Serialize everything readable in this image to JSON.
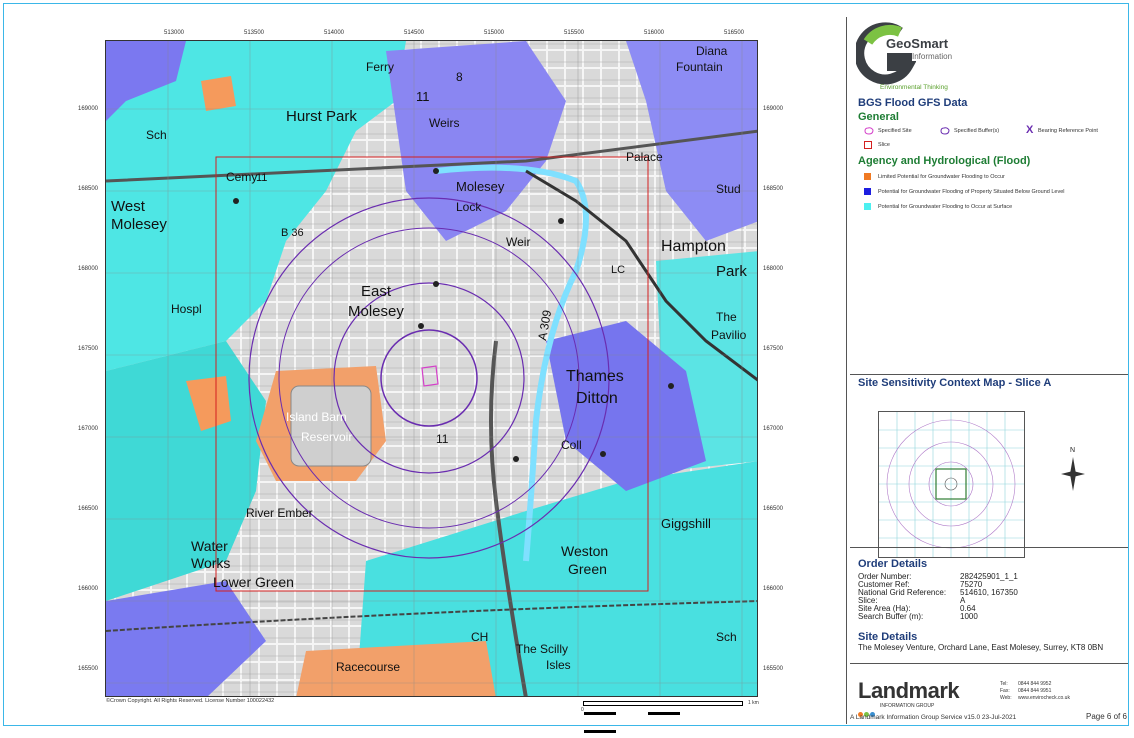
{
  "map": {
    "x_ticks": [
      "513000",
      "513500",
      "514000",
      "514500",
      "515000",
      "515500",
      "516000",
      "516500"
    ],
    "y_ticks": [
      "169000",
      "168500",
      "168000",
      "167500",
      "167000",
      "166500",
      "166000",
      "165500"
    ],
    "copyright": "©Crown Copyright. All Rights Reserved. License Number 100022432",
    "scale_left": "0",
    "scale_right": "1 km",
    "place_labels": [
      "Hurst Park",
      "Sch",
      "Weirs",
      "Molesey",
      "Lock",
      "West",
      "Molesey",
      "Cemy",
      "11",
      "Weir",
      "East",
      "Molesey",
      "Hampton",
      "Park",
      "The",
      "Pavilio",
      "Hospl",
      "Island Barn",
      "Reservoir",
      "Thames",
      "Ditton",
      "A 309",
      "Stud",
      "Diana",
      "Fountain",
      "Palace",
      "LC",
      "11",
      "Coll",
      "River Ember",
      "Water",
      "Works",
      "Lower Green",
      "Weston",
      "Green",
      "Giggshill",
      "CH",
      "The Scilly",
      "Isles",
      "Racecourse",
      "Sch",
      "Ferry",
      "8",
      "11",
      "B 36"
    ]
  },
  "panel": {
    "logo_name": "GeoSmart",
    "logo_sub": "Information",
    "logo_tag": "Environmental Thinking",
    "title": "BGS Flood GFS Data",
    "general_heading": "General",
    "legend_general": [
      "Specified Site",
      "Specified Buffer(s)",
      "Bearing Reference Point",
      "Slice"
    ],
    "agency_heading": "Agency and Hydrological (Flood)",
    "legend_flood": [
      {
        "label": "Limited Potential for Groundwater Flooding to Occur",
        "color": "#f07a23"
      },
      {
        "label": "Potential for Groundwater Flooding of Property Situated Below Ground Level",
        "color": "#1d1ee0"
      },
      {
        "label": "Potential for Groundwater Flooding to Occur at Surface",
        "color": "#4cf0f0"
      }
    ],
    "context_heading": "Site Sensitivity Context Map - Slice A",
    "north_label": "N",
    "order_heading": "Order Details",
    "order_rows": [
      {
        "k": "Order Number:",
        "v": "282425901_1_1"
      },
      {
        "k": "Customer Ref:",
        "v": "75270"
      },
      {
        "k": "National Grid Reference:",
        "v": "514610, 167350"
      },
      {
        "k": "Slice:",
        "v": "A"
      },
      {
        "k": "Site Area (Ha):",
        "v": "0.64"
      },
      {
        "k": "Search Buffer (m):",
        "v": "1000"
      }
    ],
    "site_heading": "Site Details",
    "site_address": "The Molesey Venture, Orchard Lane, East Molesey, Surrey, KT8 0BN",
    "landmark": "Landmark",
    "landmark_sub": "INFORMATION GROUP",
    "contact": [
      {
        "k": "Tel:",
        "v": "0844 844 9952"
      },
      {
        "k": "Fax:",
        "v": "0844 844 9951"
      },
      {
        "k": "Web:",
        "v": "www.envirocheck.co.uk"
      }
    ],
    "footer_left": "A Landmark Information Group Service   v15.0   23-Jul-2021",
    "footer_right": "Page 6 of 6"
  }
}
